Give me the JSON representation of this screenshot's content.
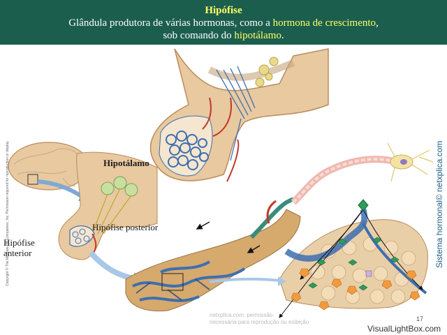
{
  "header": {
    "title": "Hipófise",
    "line1_prefix": "Glândula produtora de várias hormonas, como a ",
    "line1_highlight": "hormona de crescimento",
    "line1_suffix": ",",
    "line2_prefix": "sob comando do ",
    "line2_highlight": "hipotálamo",
    "line2_suffix": "."
  },
  "labels": {
    "hipotalamo": "Hipotálamo",
    "hipofise_anterior_1": "Hipófise",
    "hipofise_anterior_2": "anterior",
    "hipofise_posterior": "Hipófise posterior"
  },
  "copyright": "Copyright © The McGraw-Hill Companies, Inc. Permission required for reproduction or display.",
  "sidebar_credit": "Sistema hormonal© netxplica.com",
  "watermark_line1": "netxplica.com: permissão",
  "watermark_line2": "necessária para reprodução ou exibição",
  "page_number": "17",
  "site_watermark": "VisualLightBox.com",
  "colors": {
    "header_bg": "#1c5e4e",
    "highlight": "#ffff66",
    "tissue": "#e8c9a0",
    "vessel_blue": "#3d6fb0",
    "vessel_red": "#c0392b",
    "neuron_yellow": "#e9d98c",
    "cell_green": "#2e9c5a",
    "cell_orange": "#f29b3d",
    "credit_blue": "#1c5e88"
  }
}
